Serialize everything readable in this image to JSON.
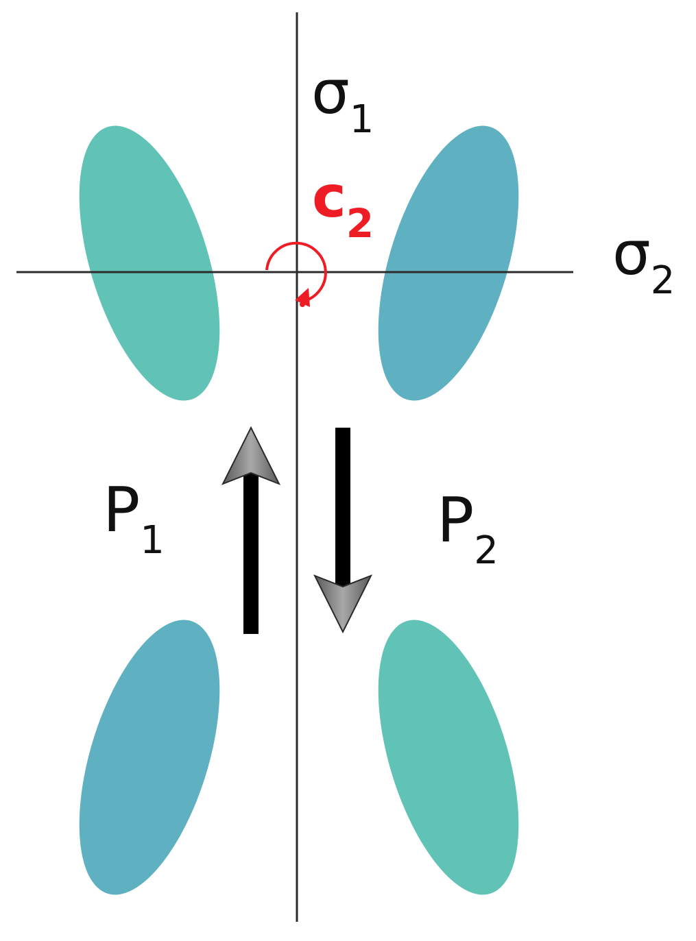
{
  "labels": {
    "sigma1": {
      "main": "σ",
      "sub": "1"
    },
    "sigma2": {
      "main": "σ",
      "sub": "2"
    },
    "c2": {
      "main": "c",
      "sub": "2"
    },
    "p1": {
      "main": "P",
      "sub": "1"
    },
    "p2": {
      "main": "P",
      "sub": "2"
    }
  },
  "colors": {
    "axis": "#2b2b2b",
    "lobe_green": "#60c3b5",
    "lobe_blue": "#5fb0c1",
    "c2_red": "#ee1c24",
    "arrow_black": "#000000",
    "arrow_head": "#8c8c8c",
    "text": "#111111"
  }
}
